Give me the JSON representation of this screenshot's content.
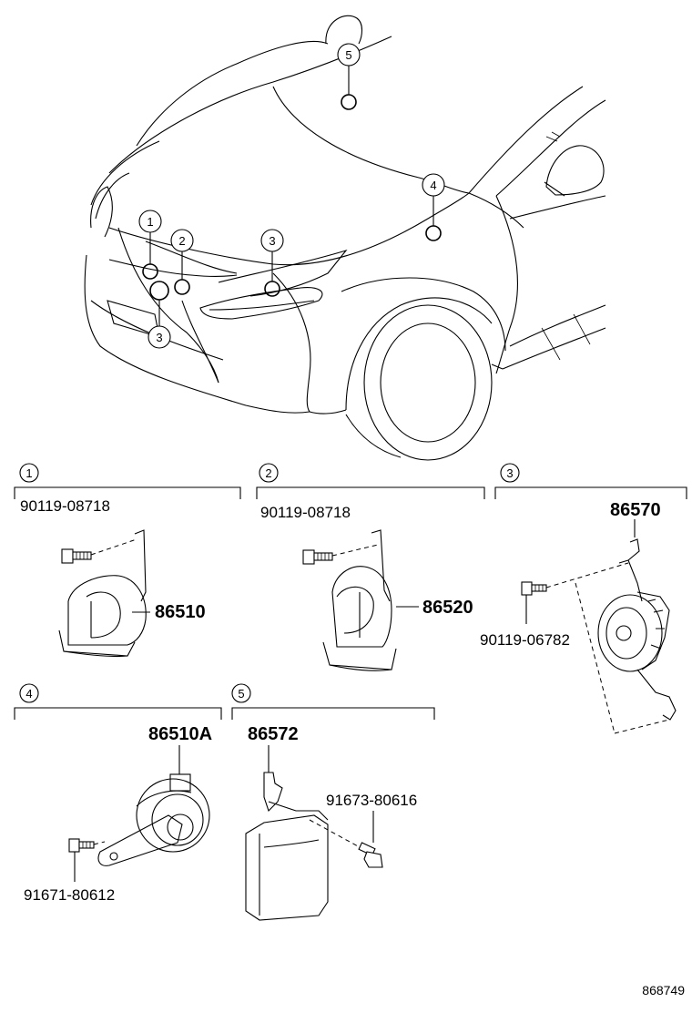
{
  "callouts_car": [
    {
      "id": "car-callout-1",
      "label": "1"
    },
    {
      "id": "car-callout-2",
      "label": "2"
    },
    {
      "id": "car-callout-3a",
      "label": "3"
    },
    {
      "id": "car-callout-3b",
      "label": "3"
    },
    {
      "id": "car-callout-4",
      "label": "4"
    },
    {
      "id": "car-callout-5",
      "label": "5"
    }
  ],
  "sections": [
    {
      "index": "1",
      "bolt": "90119-08718",
      "part": "86510"
    },
    {
      "index": "2",
      "bolt": "90119-08718",
      "part": "86520"
    },
    {
      "index": "3",
      "bolt": "90119-06782",
      "part": "86570"
    },
    {
      "index": "4",
      "bolt": "91671-80612",
      "part": "86510A"
    },
    {
      "index": "5",
      "bolt": "91673-80616",
      "part": "86572"
    }
  ],
  "diagram_id": "868749"
}
